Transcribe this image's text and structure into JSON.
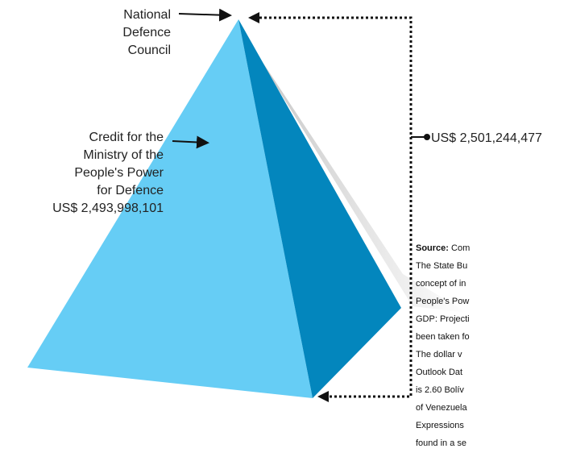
{
  "labels": {
    "council": "National\nDefence\nCouncil",
    "credit": "Credit for the\nMinistry of the\nPeople's Power\nfor Defence\nUS$ 2,493,998,101",
    "total": "US$ 2,501,244,477"
  },
  "source": {
    "heading": "Source:",
    "first_line_rest": " Com",
    "lines": [
      "The State Bu",
      "concept of in",
      "People's Pow",
      "GDP: Projecti",
      "been taken fo",
      "The dollar v",
      "Outlook Dat",
      "is 2.60 Bolív",
      "of Venezuela",
      "Expressions",
      "found in a se"
    ]
  },
  "colors": {
    "front_face": "#66cdf5",
    "side_face": "#0386bd",
    "shadow": "#d4d4d4",
    "connector": "#111111"
  }
}
